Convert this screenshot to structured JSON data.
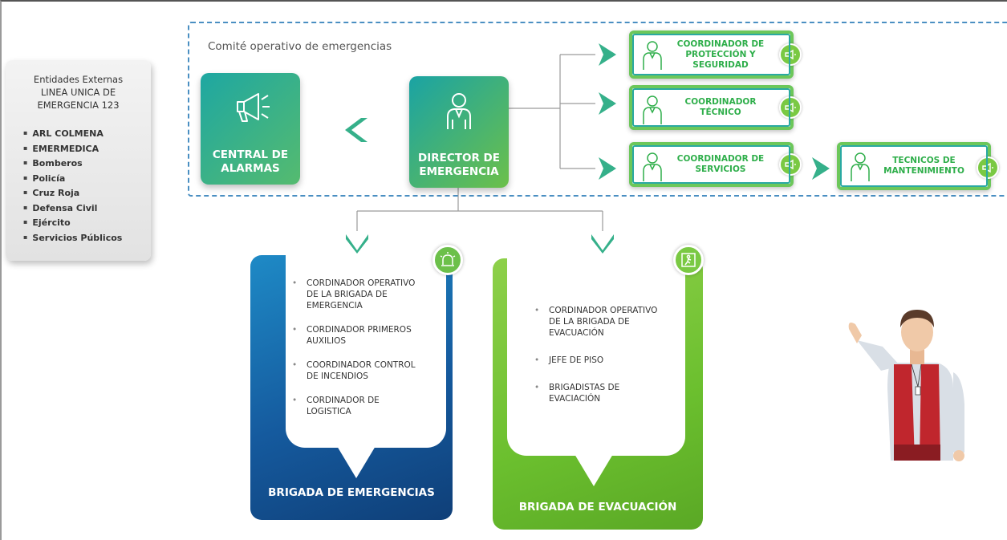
{
  "committee": {
    "title": "Comité operativo de emergencias"
  },
  "external": {
    "title_lines": [
      "Entidades Externas",
      "LINEA UNICA DE",
      "EMERGENCIA 123"
    ],
    "items": [
      "ARL COLMENA",
      "EMERMEDICA",
      "Bomberos",
      "Policía",
      "Cruz Roja",
      "Defensa Civil",
      "Ejército",
      "Servicios Públicos"
    ]
  },
  "alarm": {
    "label_lines": [
      "CENTRAL DE",
      "ALARMAS"
    ],
    "icon": "megaphone-icon"
  },
  "director": {
    "label_lines": [
      "DIRECTOR DE",
      "EMERGENCIA"
    ],
    "icon": "person-icon"
  },
  "coordinators": [
    {
      "label_lines": [
        "COORDINADOR DE",
        "PROTECCIÓN Y",
        "SEGURIDAD"
      ]
    },
    {
      "label_lines": [
        "COORDINADOR",
        "TÉCNICO"
      ]
    },
    {
      "label_lines": [
        "COORDINADOR DE",
        "SERVICIOS"
      ]
    },
    {
      "label_lines": [
        "TECNICOS DE",
        "MANTENIMIENTO"
      ]
    }
  ],
  "brigade_emergencias": {
    "title": "BRIGADA DE EMERGENCIAS",
    "icon": "siren-icon",
    "items": [
      [
        "CORDINADOR OPERATIVO",
        "DE LA BRIGADA DE",
        "EMERGENCIA"
      ],
      [
        "CORDINADOR PRIMEROS",
        "AUXILIOS"
      ],
      [
        "COORDINADOR CONTROL",
        "DE INCENDIOS"
      ],
      [
        "CORDINADOR DE",
        "LOGISTICA"
      ]
    ]
  },
  "brigade_evacuacion": {
    "title": "BRIGADA DE EVACUACIÓN",
    "icon": "exit-icon",
    "items": [
      [
        "CORDINADOR OPERATIVO",
        "DE LA BRIGADA DE",
        "EVACUACIÓN"
      ],
      [
        "JEFE DE PISO"
      ],
      [
        "BRIGADISTAS DE",
        "EVACIACIÓN"
      ]
    ]
  },
  "colors": {
    "teal": "#1ea7a2",
    "green": "#6cc75a",
    "blue_dark": "#155a9e",
    "green_light": "#8ed04a",
    "dash": "#4a8fc2",
    "coord_text": "#2eae4a"
  }
}
